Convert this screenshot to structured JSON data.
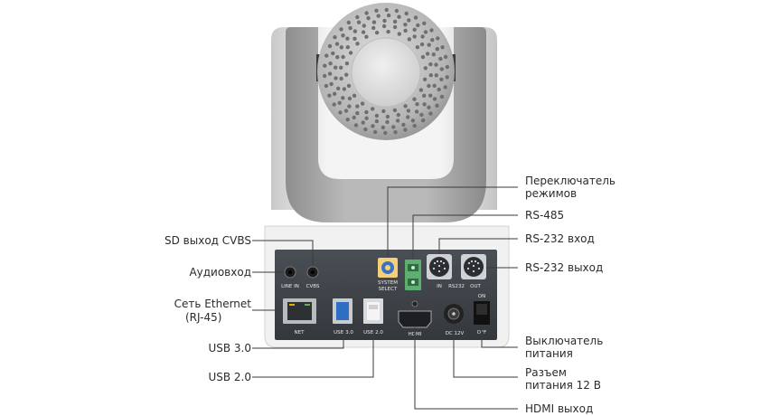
{
  "labels": {
    "sd_cvbs": "SD выход CVBS",
    "audio_in": "Аудиовход",
    "ethernet_1": "Сеть Ethernet",
    "ethernet_2": "(RJ-45)",
    "usb3": "USB 3.0",
    "usb2": "USB 2.0",
    "mode_switch_1": "Переключатель",
    "mode_switch_2": "режимов",
    "rs485": "RS-485",
    "rs232_in": "RS-232 вход",
    "rs232_out": "RS-232 выход",
    "power_switch_1": "Выключатель",
    "power_switch_2": "питания",
    "power_12v_1": "Разъем",
    "power_12v_2": "питания 12 В",
    "hdmi_out": "HDMI выход"
  },
  "panel_text": {
    "line_in": "LINE IN",
    "cvbs": "CVBS",
    "system_select_1": "SYSTEM",
    "system_select_2": "SELECT",
    "rs232_in": "IN",
    "rs232": "RS232",
    "rs232_out": "OUT",
    "on": "ON",
    "off": "OFF",
    "net": "NET",
    "usb30": "USB 3.0",
    "usb20": "USB 2.0",
    "hdmi": "HDMI",
    "dc12v": "DC 12V"
  }
}
